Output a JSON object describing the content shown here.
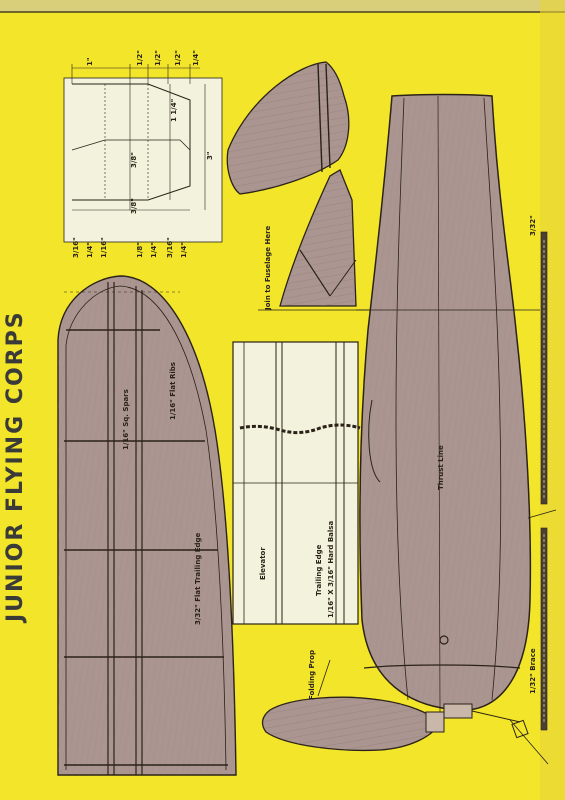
{
  "header": {
    "title": "JUNIOR FLYING CORPS"
  },
  "labels": {
    "spars": "1/16\" Sq. Spars",
    "flat_ribs": "1/16\" Flat Ribs",
    "wing_trailing_edge": "3/32\" Flat Trailing Edge",
    "elevator": "Elevator",
    "trailing_edge": "Trailing Edge",
    "trailing_edge_material": "1/16\" X 3/16\" Hard Balsa",
    "join_fuselage": "Join to Fuselage Here",
    "thrust_line": "Thrust Line",
    "brace_top": "3/32\"",
    "brace": "1/32\" Brace",
    "folding_prop": "Folding Prop"
  },
  "dimensions": {
    "top": [
      "1\"",
      "1/2\"",
      "1/2\"",
      "1/2\"",
      "1/4\""
    ],
    "side": [
      "1 1/4\"",
      "3/8\"",
      "3/8\"",
      "3\""
    ],
    "bottom": [
      "3/16\"",
      "1/4\"",
      "1/16\"",
      "1/8\"",
      "1/4\"",
      "3/16\"",
      "1/4\""
    ]
  },
  "colors": {
    "background": "#f2e52a",
    "part_fill": "#ab9590",
    "elevator_panel": "#f3f2dc",
    "ink": "#2a2218"
  }
}
